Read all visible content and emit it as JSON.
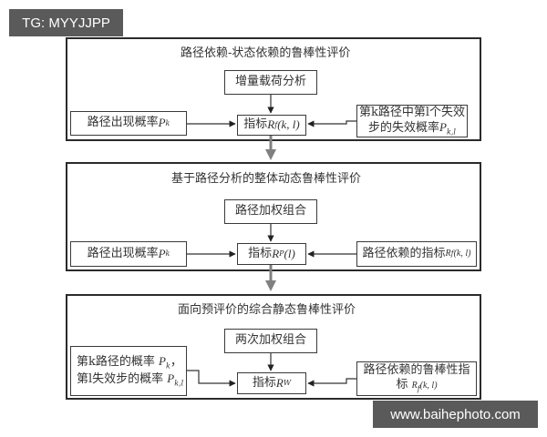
{
  "watermarks": {
    "top_left": "TG: MYYJJPP",
    "bottom_right": "www.baihephoto.com"
  },
  "sections": [
    {
      "title": "路径依赖-状态依赖的鲁棒性评价",
      "top_box": "增量载荷分析",
      "left_box": {
        "text": "路径出现概率 ",
        "var": "P",
        "sub": "k"
      },
      "center_box": {
        "text": "指标 ",
        "var": "R",
        "sub": "f",
        "args": "(k, l)"
      },
      "right_box": {
        "line1": "第k路径中第l个失效",
        "line2": "步的失效概率",
        "var": "P",
        "sub": "k,l"
      }
    },
    {
      "title": "基于路径分析的整体动态鲁棒性评价",
      "top_box": "路径加权组合",
      "left_box": {
        "text": "路径出现概率 ",
        "var": "P",
        "sub": "k"
      },
      "center_box": {
        "text": "指标 ",
        "var": "R",
        "sub": "P",
        "args": "(l)"
      },
      "right_box": {
        "text": "路径依赖的指标 ",
        "var": "R",
        "sub": "f",
        "args": "(k, l)"
      }
    },
    {
      "title": "面向预评价的综合静态鲁棒性评价",
      "top_box": "两次加权组合",
      "left_box": {
        "line1": "第k路径的概率 ",
        "line1_var": "P",
        "line1_sub": "k",
        "line1_tail": "，",
        "line2": "第l失效步的概率 ",
        "line2_var": "P",
        "line2_sub": "k,l"
      },
      "center_box": {
        "text": "指标 ",
        "var": "R",
        "sub": "W"
      },
      "right_box": {
        "line1": "路径依赖的鲁棒性指",
        "line2": "标 ",
        "var": "R",
        "sub": "f",
        "args": "(k, l)"
      }
    }
  ],
  "colors": {
    "border": "#2a2a2a",
    "connector_arrow": "#808080",
    "watermark_bg": "#5a5a5a"
  }
}
